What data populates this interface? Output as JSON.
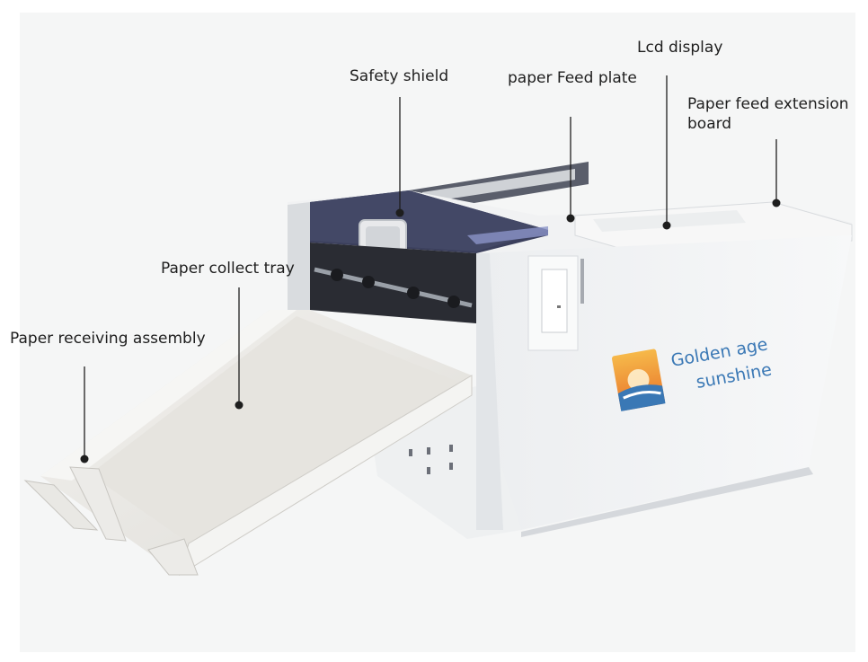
{
  "callouts": {
    "safety_shield": "Safety shield",
    "paper_feed_plate": "paper Feed plate",
    "lcd_display": "Lcd display",
    "paper_feed_extension_board": "Paper feed extension board",
    "paper_collect_tray": "Paper collect tray",
    "paper_receiving_assembly": "Paper receiving assembly"
  },
  "brand": {
    "line1": "Golden age",
    "line2": "sunshine",
    "text_color": "#3a78b5",
    "logo_colors": [
      "#f0a830",
      "#e8732a",
      "#3a78b5"
    ]
  },
  "colors": {
    "machine_body": "#f4f5f6",
    "shield_panel": "#3b3f5c",
    "tray": "#e9e8e4",
    "leader_line": "#1e1e1e"
  }
}
